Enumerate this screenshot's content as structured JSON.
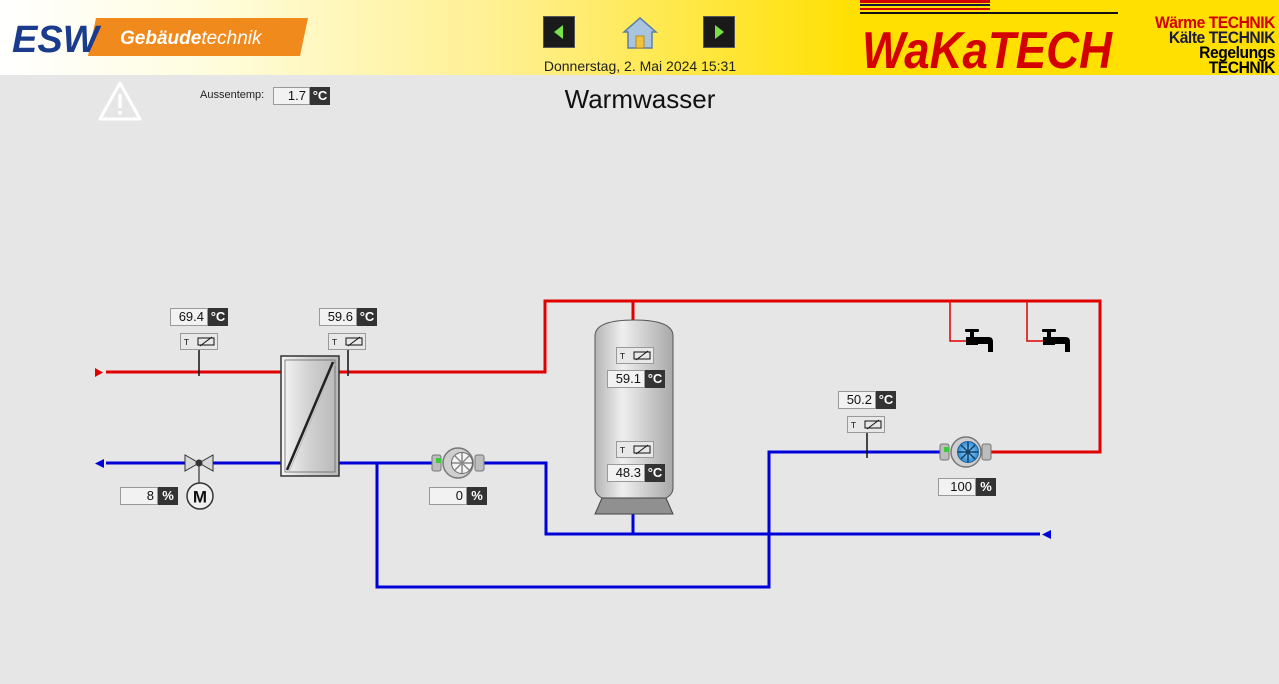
{
  "header": {
    "esw_logo_text": "ESW",
    "esw_tagline_bold": "Gebäude",
    "esw_tagline_rest": "technik",
    "wakatech_logo": "WaKaTECH",
    "brand_lines": [
      {
        "a": "Wärme",
        "b": "TECHNIK"
      },
      {
        "a": "Kälte",
        "b": "TECHNIK"
      },
      {
        "a": "Regelungs",
        "b": "TECHNIK"
      }
    ],
    "datetime": "Donnerstag, 2. Mai 2024 15:31"
  },
  "page": {
    "title": "Warmwasser",
    "outside_temp_label": "Aussentemp:",
    "outside_temp_value": "1.7",
    "unit_celsius": "°C",
    "unit_percent": "%"
  },
  "values": {
    "supply_temp_primary": "69.4",
    "supply_temp_secondary": "59.6",
    "tank_top_temp": "59.1",
    "tank_bottom_temp": "48.3",
    "circulation_temp": "50.2",
    "valve_position": "8",
    "charging_pump_speed": "0",
    "circulation_pump_speed": "100"
  },
  "sensor_label": "T",
  "valve_motor_label": "M",
  "colors": {
    "hot_pipe": "#e00000",
    "cold_pipe": "#0000d8",
    "pump_blue": "#2c8ed8",
    "pump_grey": "#9a9a9a"
  },
  "icons": [
    "warning-icon",
    "nav-back-icon",
    "home-icon",
    "nav-forward-icon",
    "tap-icon"
  ]
}
